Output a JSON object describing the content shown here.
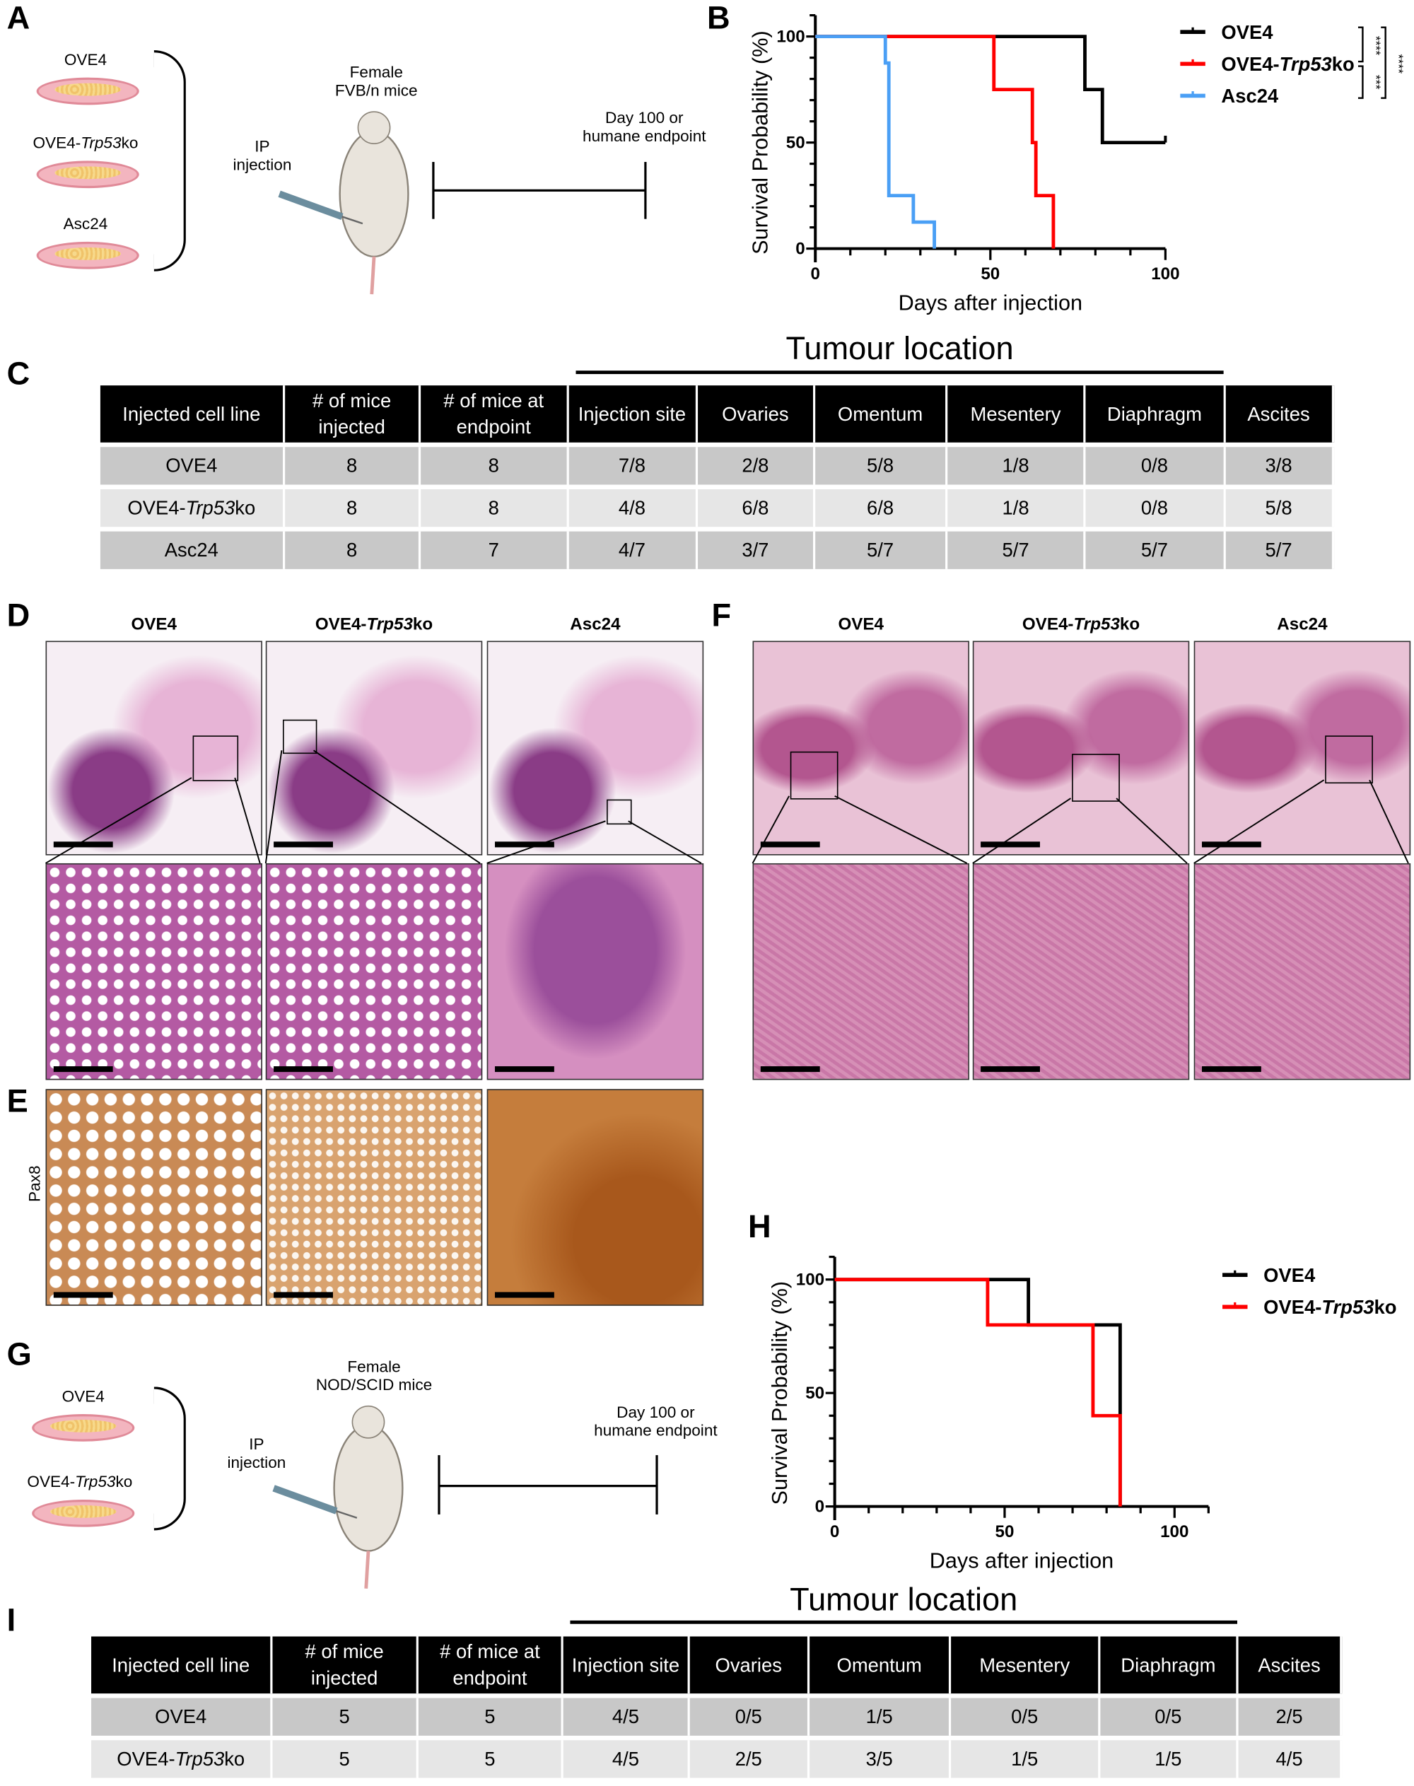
{
  "panels": {
    "A": "A",
    "B": "B",
    "C": "C",
    "D": "D",
    "E": "E",
    "F": "F",
    "G": "G",
    "H": "H",
    "I": "I"
  },
  "panelA": {
    "cell_lines": [
      "OVE4",
      "OVE4-",
      "Asc24"
    ],
    "trp": "Trp53",
    "ko": "ko",
    "mice": "Female\nFVB/n mice",
    "route": "IP\ninjection",
    "endpoint": "Day 100 or\nhumane endpoint"
  },
  "panelG": {
    "cell_lines": [
      "OVE4",
      "OVE4-"
    ],
    "trp": "Trp53",
    "ko": "ko",
    "mice": "Female\nNOD/SCID mice",
    "route": "IP\ninjection",
    "endpoint": "Day 100 or\nhumane endpoint"
  },
  "chart_data": [
    {
      "type": "line",
      "panel": "B",
      "xlabel": "Days after injection",
      "ylabel": "Survival  Probability (%)",
      "xlim": [
        0,
        100
      ],
      "ylim": [
        0,
        100
      ],
      "xticks": [
        0,
        50,
        100
      ],
      "yticks": [
        0,
        50,
        100
      ],
      "significance": [
        "****",
        "***",
        "****"
      ],
      "series": [
        {
          "name": "OVE4",
          "color": "#000000",
          "steps": [
            [
              0,
              100
            ],
            [
              77,
              75
            ],
            [
              82,
              50
            ],
            [
              100,
              50
            ]
          ]
        },
        {
          "name": "OVE4-Trp53ko",
          "color": "#ff0000",
          "steps": [
            [
              0,
              100
            ],
            [
              51,
              75
            ],
            [
              62,
              50
            ],
            [
              63,
              25
            ],
            [
              68,
              0
            ]
          ]
        },
        {
          "name": "Asc24",
          "color": "#4a9ff5",
          "steps": [
            [
              0,
              100
            ],
            [
              20,
              87.5
            ],
            [
              21,
              25
            ],
            [
              28,
              12.5
            ],
            [
              34,
              0
            ]
          ]
        }
      ]
    },
    {
      "type": "line",
      "panel": "H",
      "xlabel": "Days after injection",
      "ylabel": "Survival  Probability (%)",
      "xlim": [
        0,
        110
      ],
      "ylim": [
        0,
        100
      ],
      "xticks": [
        0,
        50,
        100
      ],
      "yticks": [
        0,
        50,
        100
      ],
      "series": [
        {
          "name": "OVE4",
          "color": "#000000",
          "steps": [
            [
              0,
              100
            ],
            [
              57,
              80
            ],
            [
              84,
              0
            ]
          ]
        },
        {
          "name": "OVE4-Trp53ko",
          "color": "#ff0000",
          "steps": [
            [
              0,
              100
            ],
            [
              45,
              80
            ],
            [
              76,
              40
            ],
            [
              84,
              0
            ]
          ]
        }
      ]
    }
  ],
  "tableC": {
    "group": "Tumour location",
    "headers": [
      "Injected cell line",
      "# of mice injected",
      "# of mice at endpoint",
      "Injection site",
      "Ovaries",
      "Omentum",
      "Mesentery",
      "Diaphragm",
      "Ascites"
    ],
    "rows": [
      [
        "OVE4",
        "8",
        "8",
        "7/8",
        "2/8",
        "5/8",
        "1/8",
        "0/8",
        "3/8"
      ],
      [
        "OVE4-Trp53ko",
        "8",
        "8",
        "4/8",
        "6/8",
        "6/8",
        "1/8",
        "0/8",
        "5/8"
      ],
      [
        "Asc24",
        "8",
        "7",
        "4/7",
        "3/7",
        "5/7",
        "5/7",
        "5/7",
        "5/7"
      ]
    ]
  },
  "tableI": {
    "group": "Tumour location",
    "headers": [
      "Injected cell line",
      "# of mice injected",
      "# of mice at endpoint",
      "Injection site",
      "Ovaries",
      "Omentum",
      "Mesentery",
      "Diaphragm",
      "Ascites"
    ],
    "rows": [
      [
        "OVE4",
        "5",
        "5",
        "4/5",
        "0/5",
        "1/5",
        "0/5",
        "0/5",
        "2/5"
      ],
      [
        "OVE4-Trp53ko",
        "5",
        "5",
        "4/5",
        "2/5",
        "3/5",
        "1/5",
        "1/5",
        "4/5"
      ]
    ]
  },
  "histology": {
    "columns": [
      "OVE4",
      "OVE4-",
      "Asc24"
    ],
    "trp": "Trp53",
    "ko": "ko",
    "stainE": "Pax8"
  }
}
